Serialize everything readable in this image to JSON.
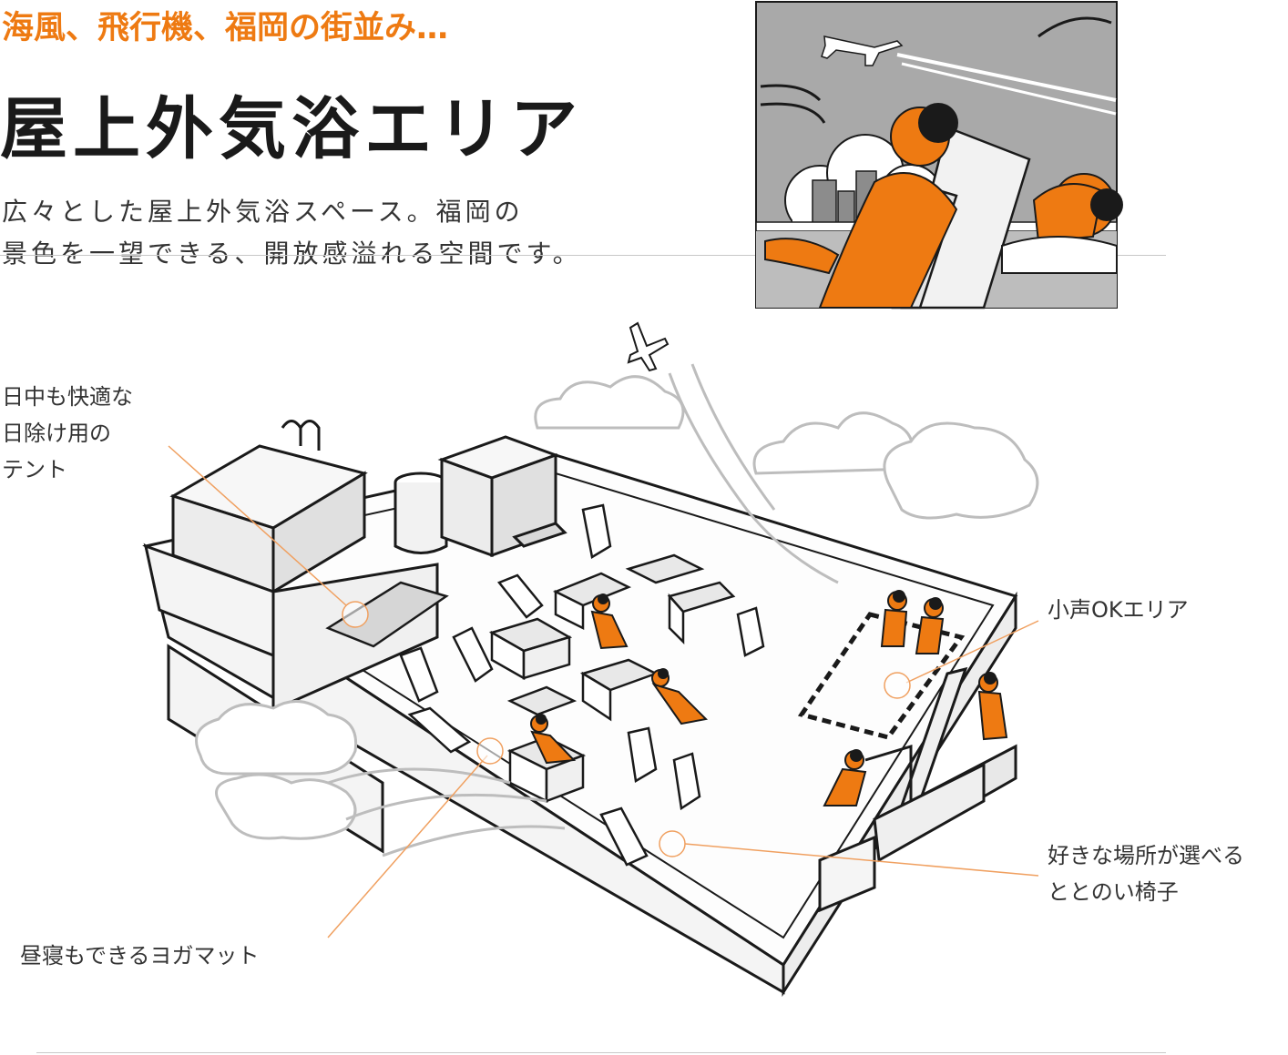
{
  "header": {
    "kicker": "海風、飛行機、福岡の街並み…",
    "title": "屋上外気浴エリア",
    "lead_line1": "広々とした屋上外気浴スペース。福岡の",
    "lead_line2": "景色を一望できる、開放感溢れる空間です。"
  },
  "callouts": {
    "tent_line1": "日中も快適な",
    "tent_line2": "日除け用の",
    "tent_line3": "テント",
    "quiet_area": "小声OKエリア",
    "chairs_line1": "好きな場所が選べる",
    "chairs_line2": "ととのい椅子",
    "yoga_mat": "昼寝もできるヨガマット"
  },
  "colors": {
    "accent": "#ee7a12",
    "ink": "#1a1a1a",
    "text": "#333333",
    "sky_gray": "#a9a9a9",
    "callout_line": "#f0a060"
  },
  "icons": {
    "airplane": "airplane-icon",
    "cloud": "cloud-icon",
    "lounge_chair": "lounge-chair-icon",
    "person": "person-icon"
  }
}
